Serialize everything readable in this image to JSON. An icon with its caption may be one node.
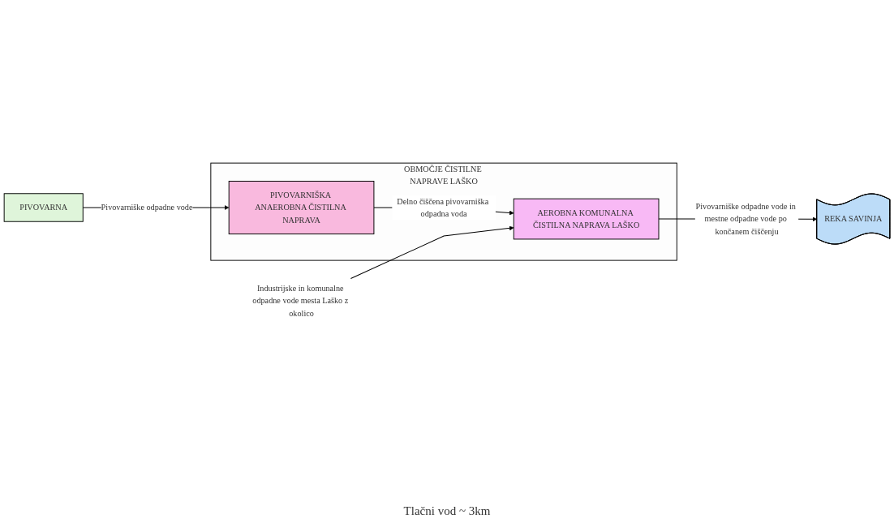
{
  "diagram": {
    "nodes": [
      {
        "text": [
          "Industrijske in komunalne odpadne vode mesta Laško z okolico"
        ]
      },
      {
        "text": [
          "PIVOVARNA"
        ]
      },
      {
        "text": [
          "OBMOČJE ČISTILNE NAPRAVE LAŠKO"
        ]
      },
      {
        "text": [
          "PIVOVARNIŠKA ANAEROBNA ČISTILNA NAPRAVA"
        ],
        "in": 2
      },
      {
        "text": [
          "AEROBNA KOMUNALNA ČISTILNA NAPRAVA LAŠKO"
        ],
        "in": 2
      },
      {
        "text": [
          "REKA SAVINJA"
        ]
      }
    ],
    "edges": [
      {
        "from": 1,
        "to": 3,
        "arrow": "to",
        "label": "Pivovarniške odpadne vode"
      },
      {
        "from": 3,
        "to": 4,
        "arrow": "to",
        "label": "Delno čiščena pivovarniška odpadna voda"
      },
      {
        "from": 0,
        "to": 4,
        "arrow": "to"
      },
      {
        "from": 4,
        "to": 5,
        "arrow": "to",
        "label": "Pivovarniške odpadne vode in mestne odpadne vode po končanem čiščenju"
      }
    ],
    "labels": [
      "Tlačni vod ~ 3km"
    ]
  }
}
